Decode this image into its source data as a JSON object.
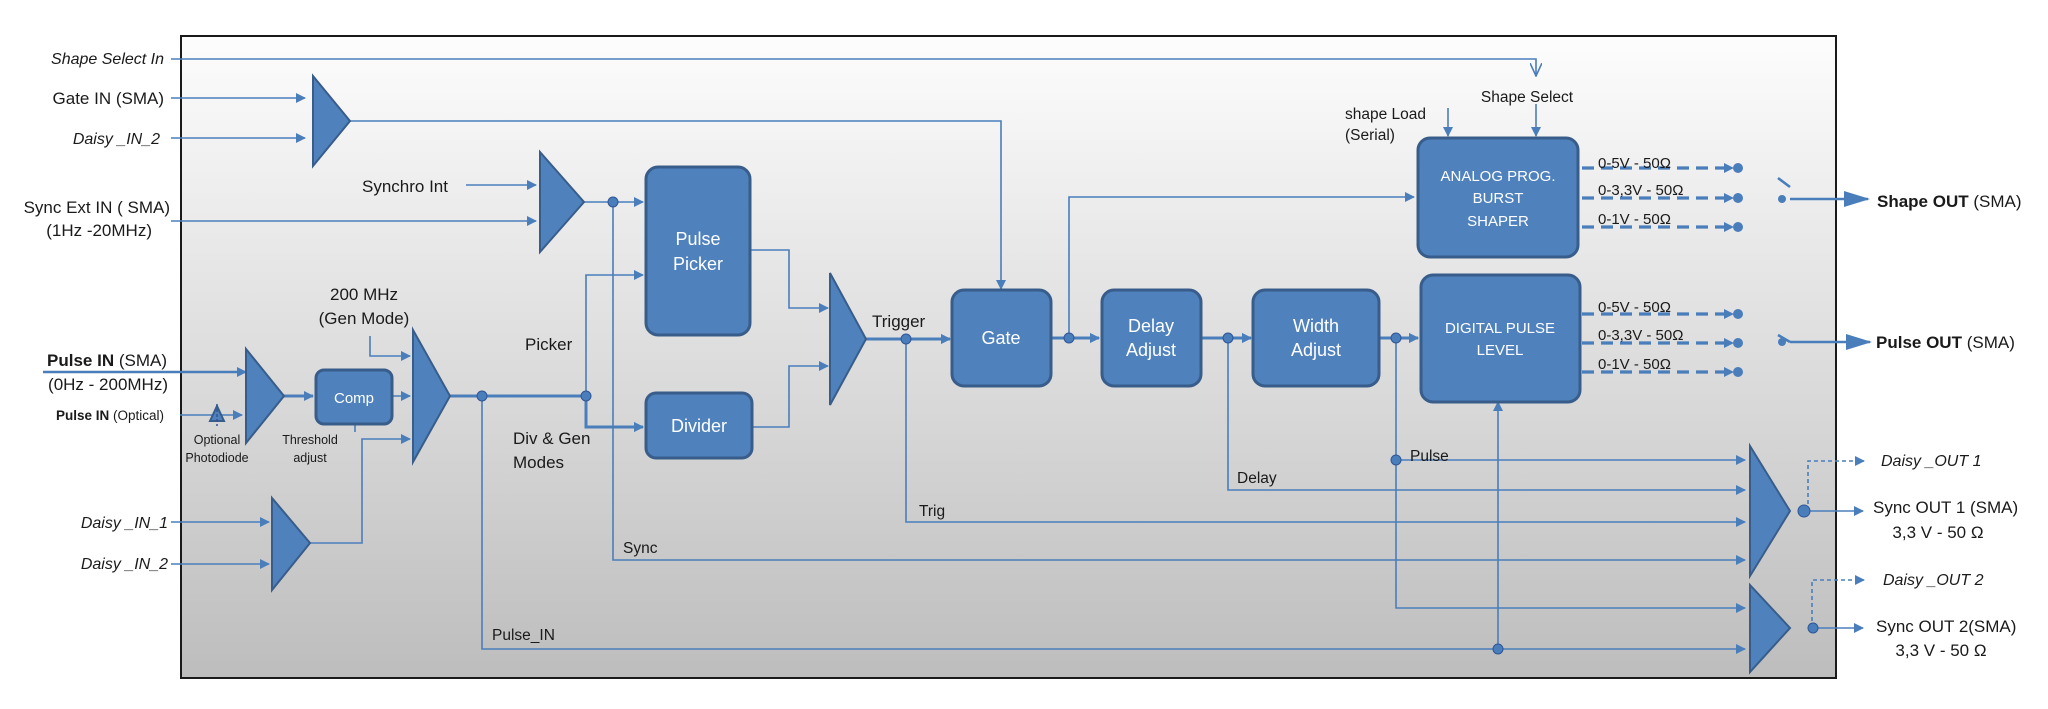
{
  "inputs": {
    "shape_select_in": "Shape Select In",
    "gate_in": "Gate IN (SMA)",
    "daisy_in_2_top": "Daisy _IN_2",
    "sync_ext_in_l1": "Sync Ext IN ( SMA)",
    "sync_ext_in_l2": "(1Hz -20MHz)",
    "pulse_in_bold": "Pulse IN",
    "pulse_in_rest": " (SMA)",
    "pulse_in_range": "(0Hz - 200MHz)",
    "pulse_in_opt_bold": "Pulse IN",
    "pulse_in_opt_rest": " (Optical)",
    "daisy_in_1": "Daisy _IN_1",
    "daisy_in_2_bottom": "Daisy _IN_2"
  },
  "internal": {
    "synchro_int": "Synchro Int",
    "mhz_l1": "200 MHz",
    "mhz_l2": "(Gen Mode)",
    "optional_l1": "Optional",
    "optional_l2": "Photodiode",
    "threshold_l1": "Threshold",
    "threshold_l2": "adjust",
    "picker": "Picker",
    "divgen_l1": "Div & Gen",
    "divgen_l2": "Modes",
    "trigger": "Trigger",
    "shape_load_l1": "shape Load",
    "shape_load_l2": "(Serial)",
    "shape_select": "Shape Select",
    "pulse": "Pulse",
    "delay": "Delay",
    "trig": "Trig",
    "sync": "Sync",
    "pulse_in_bus": "Pulse_IN"
  },
  "blocks": {
    "comp": "Comp",
    "pulse_picker_l1": "Pulse",
    "pulse_picker_l2": "Picker",
    "divider": "Divider",
    "gate": "Gate",
    "delay_l1": "Delay",
    "delay_l2": "Adjust",
    "width_l1": "Width",
    "width_l2": "Adjust",
    "analog_l1": "ANALOG PROG.",
    "analog_l2": "BURST",
    "analog_l3": "SHAPER",
    "digital_l1": "DIGITAL PULSE",
    "digital_l2": "LEVEL"
  },
  "levels": {
    "shape_1": "0-5V - 50Ω",
    "shape_2": "0-3,3V - 50Ω",
    "shape_3": "0-1V - 50Ω",
    "pulse_1": "0-5V - 50Ω",
    "pulse_2": "0-3,3V - 50Ω",
    "pulse_3": "0-1V - 50Ω"
  },
  "outputs": {
    "shape_out_bold": "Shape OUT",
    "shape_out_rest": " (SMA)",
    "pulse_out_bold": "Pulse OUT",
    "pulse_out_rest": " (SMA)",
    "daisy_out_1": "Daisy _OUT 1",
    "sync_out_1_l1": "Sync OUT 1 (SMA)",
    "sync_out_1_l2": "3,3 V - 50 Ω",
    "daisy_out_2": "Daisy _OUT 2",
    "sync_out_2_l1": "Sync OUT 2(SMA)",
    "sync_out_2_l2": "3,3 V - 50 Ω"
  },
  "colors": {
    "block_fill": "#4f81bd",
    "block_stroke": "#385d8a",
    "line": "#4a7ebb",
    "panel_top": "#ffffff",
    "panel_bottom": "#bfbfbf"
  }
}
